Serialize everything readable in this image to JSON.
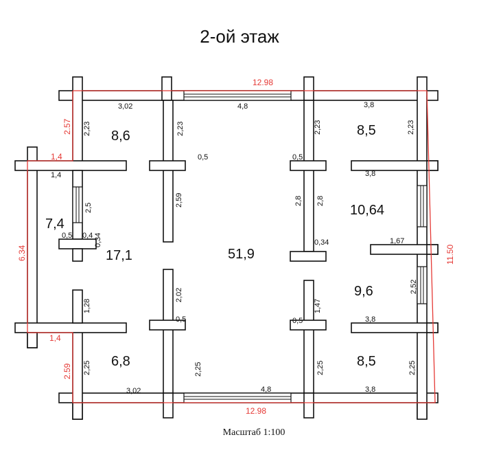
{
  "title": "2-ой этаж",
  "scale": "Масштаб 1:100",
  "colors": {
    "wall": "#111111",
    "dimension": "#e53935"
  },
  "overall": {
    "top": "12.98",
    "bottom": "12.98",
    "right": "11.50",
    "left": "6.34",
    "left_top": "2.57",
    "left_bottom": "2.59",
    "notch_top": "1,4",
    "notch_bottom": "1,4"
  },
  "rooms": {
    "top_left": "8,6",
    "left_middle": "7,4",
    "hall_left": "17,1",
    "central": "51,9",
    "bottom_left": "6,8",
    "top_right": "8,5",
    "right_middle": "10,64",
    "right_lower": "9,6",
    "bottom_right": "8,5"
  },
  "dims": {
    "tl_width": "3,02",
    "top_window": "4,8",
    "tr_width": "3,8",
    "tl_left_h": "2,23",
    "tl_right_h": "2,23",
    "tr_left_h": "2,23",
    "tr_right_h": "2,23",
    "c_left_05": "0,5",
    "c_right_05": "0,5",
    "tr_bottom_w": "3,8",
    "l_14": "1,4",
    "l_25": "2,5",
    "c_259": "2,59",
    "c_28a": "2,8",
    "c_28b": "2,8",
    "l_05": "0,5",
    "l_04": "0,4",
    "l_034": "0,34",
    "r_034": "0,34",
    "r_167": "1,67",
    "r_252": "2,52",
    "l_128": "1,28",
    "c_202": "2,02",
    "c_147": "1,47",
    "c_lb_05": "0,5",
    "c_rb_05": "0,5",
    "br_top_w": "3,8",
    "bl_h": "2,25",
    "bl_right_h": "2,25",
    "br_left_h": "2,25",
    "br_right_h": "2,25",
    "bl_width": "3,02",
    "bottom_window": "4,8",
    "br_width": "3,8"
  },
  "icons": [
    "window-icon"
  ]
}
